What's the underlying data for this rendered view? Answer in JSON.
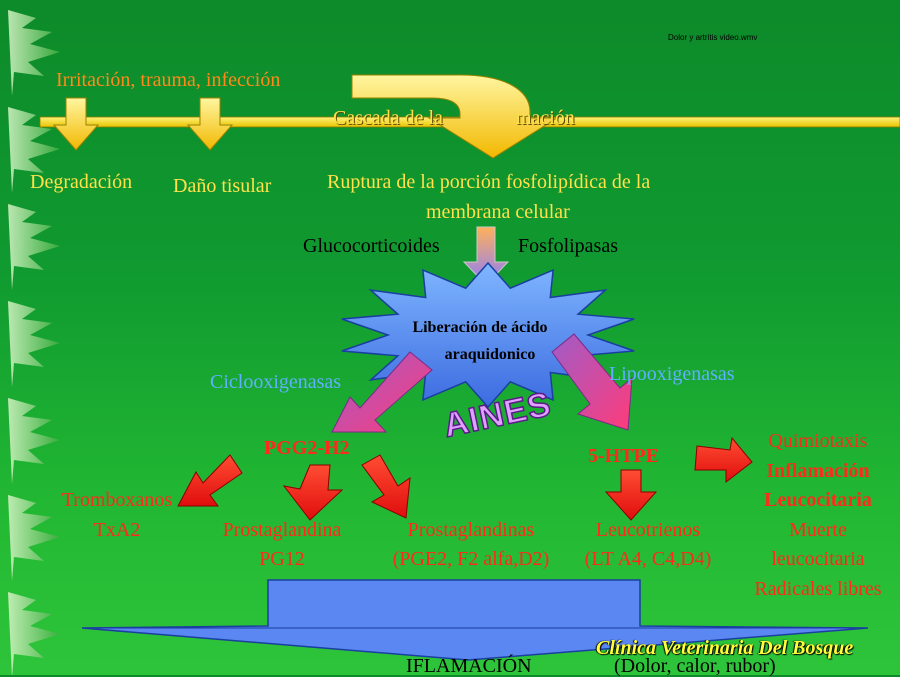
{
  "note": "Dolor y artritis video.wmv",
  "causes": "Irritación, trauma, infección",
  "cascade_label_a": "Cascada de la",
  "cascade_label_b": "mación",
  "degradation": "Degradación",
  "tissue_damage": "Daño tisular",
  "rupture_line1": "Ruptura de la porción fosfolipídica de la",
  "rupture_line2": "membrana celular",
  "glucocorticoids": "Glucocorticoides",
  "phospholipases": "Fosfolipasas",
  "star_line1": "Liberación de ácido",
  "star_line2": "araquidonico",
  "cox": "Ciclooxigenasas",
  "lox": "Lipooxigenasas",
  "aines": "AINES",
  "pgg2": "PGG2-H2",
  "htpe": "5-HTPE",
  "thromboxanes": "Tromboxanos",
  "txa2": "TxA2",
  "prostaglandin": "Prostaglandina",
  "pg12": "PG12",
  "prostaglandins": "Prostaglandinas",
  "pg_list": "(PGE2, F2 alfa,D2)",
  "leukotrienes": "Leucotrienos",
  "lt_list": "(LT A4, C4,D4)",
  "effects": [
    {
      "text": "Quimiotaxis",
      "bold": false
    },
    {
      "text": "Inflamación",
      "bold": true
    },
    {
      "text": "Leucocitaria",
      "bold": true
    },
    {
      "text": "Muerte",
      "bold": false
    },
    {
      "text": "leucocitaria",
      "bold": false
    },
    {
      "text": "Radicales libres",
      "bold": false
    }
  ],
  "inflammation": "IFLAMACIÓN",
  "signs": "(Dolor, calor, rubor)",
  "clinic": "Clínica Veterinaria Del Bosque"
}
